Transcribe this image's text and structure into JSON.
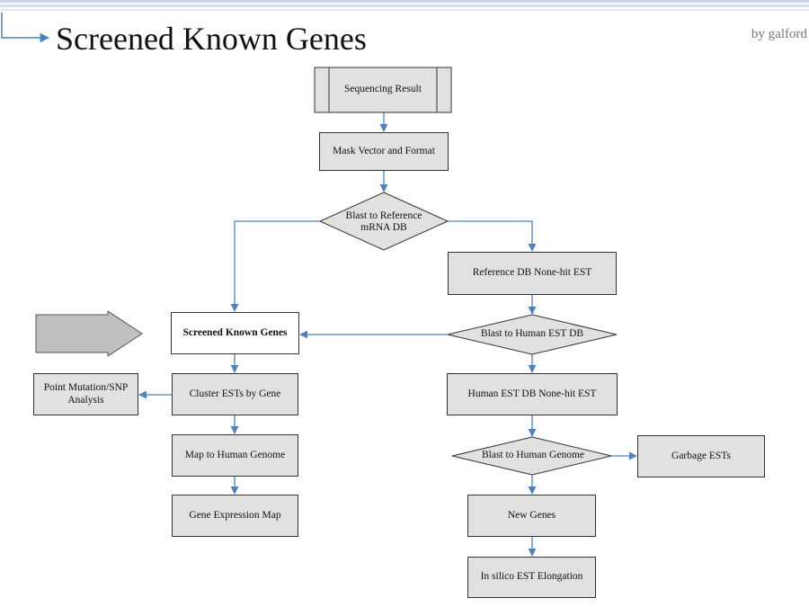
{
  "title": "Screened Known Genes",
  "byline": "by galford",
  "nodes": {
    "sequencing_result": "Sequencing Result",
    "mask_vector": "Mask Vector and Format",
    "blast_reference": "Blast to Reference mRNA DB",
    "reference_nonhit": "Reference DB None-hit EST",
    "blast_human_est": "Blast to Human EST DB",
    "screened_known": "Screened Known Genes",
    "cluster_ests": "Cluster ESTs by Gene",
    "point_mutation": "Point Mutation/SNP Analysis",
    "map_genome": "Map to Human Genome",
    "gene_expression": "Gene Expression Map",
    "human_est_nonhit": "Human EST DB None-hit EST",
    "blast_human_genome": "Blast to Human Genome",
    "garbage_ests": "Garbage ESTs",
    "new_genes": "New Genes",
    "in_silico": "In silico EST Elongation"
  },
  "colors": {
    "arrow": "#4f81bd",
    "box_fill": "#e1e1e1",
    "big_arrow_fill": "#c0c0c0"
  }
}
